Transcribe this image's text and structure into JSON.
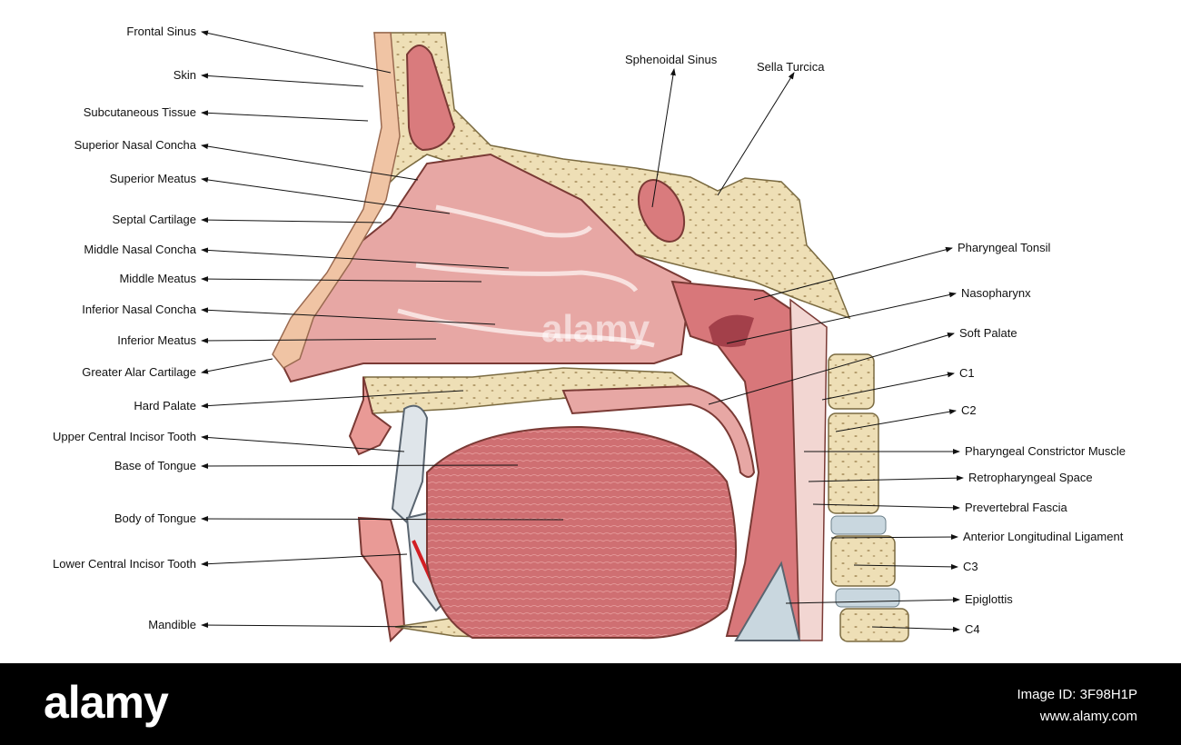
{
  "diagram": {
    "labels_left": [
      "Frontal Sinus",
      "Skin",
      "Subcutaneous Tissue",
      "Superior Nasal Concha",
      "Superior Meatus",
      "Septal Cartilage",
      "Middle Nasal Concha",
      "Middle Meatus",
      "Inferior Nasal Concha",
      "Inferior Meatus",
      "Greater Alar Cartilage",
      "Hard Palate",
      "Upper Central Incisor Tooth",
      "Base of Tongue",
      "Body of Tongue",
      "Lower Central Incisor Tooth",
      "Mandible"
    ],
    "labels_top": [
      "Sphenoidal Sinus",
      "Sella Turcica"
    ],
    "labels_right": [
      "Pharyngeal Tonsil",
      "Nasopharynx",
      "Soft Palate",
      "C1",
      "C2",
      "Pharyngeal Constrictor Muscle",
      "Retropharyngeal Space",
      "Prevertebral Fascia",
      "Anterior Longitudinal Ligament",
      "C3",
      "Epiglottis",
      "C4"
    ],
    "colors": {
      "bone": "#eedfb6",
      "mucosa": "#e99a96",
      "tongue": "#d8777a",
      "outline": "#7a3a35"
    }
  },
  "footer": {
    "brand": "alamy",
    "image_id": "Image ID: 3F98H1P",
    "site": "www.alamy.com"
  },
  "watermark": "alamy"
}
